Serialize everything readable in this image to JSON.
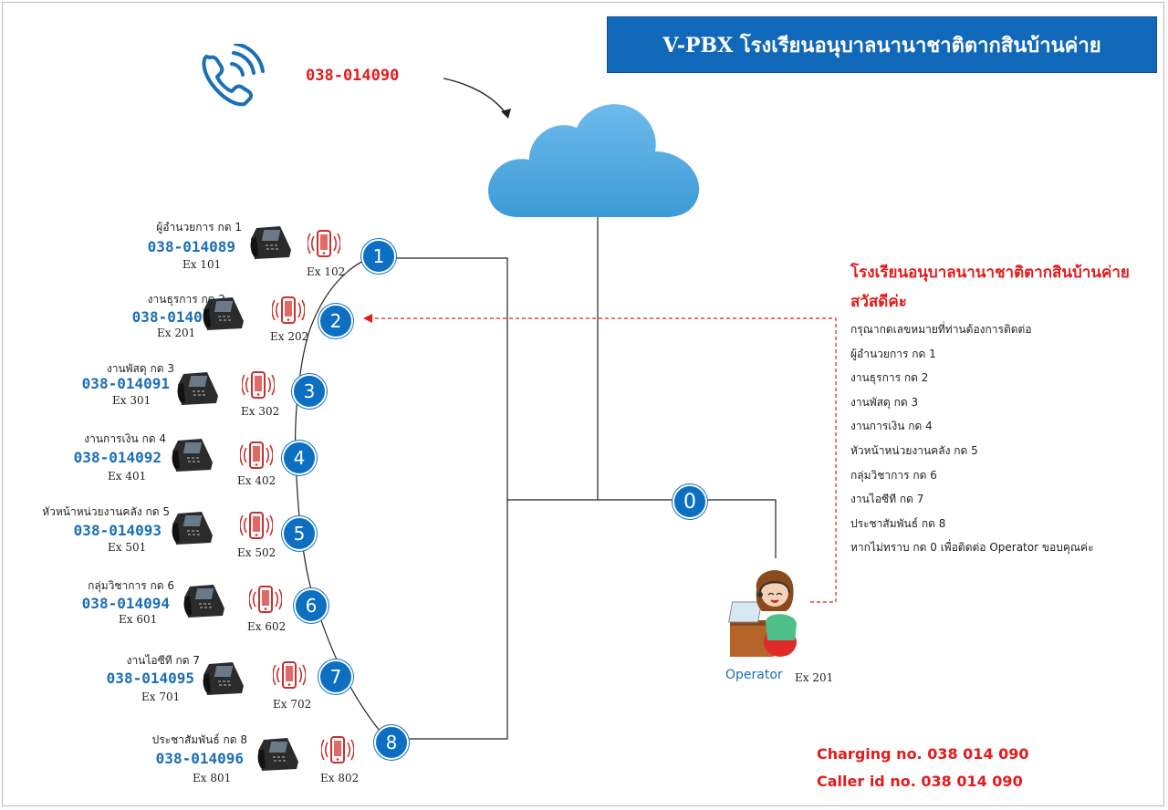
{
  "title": "V-PBX โรงเรียนอนุบาลนานาชาติตากสินบ้านค่าย",
  "main_number": "038-014090",
  "extensions": [
    {
      "key": "1",
      "label": "ผู้อำนวยการ กด 1",
      "number": "038-014089",
      "ext": "Ex 101",
      "mobile_ext": "Ex 102"
    },
    {
      "key": "2",
      "label": "งานธุรการ กด 2",
      "number": "038-014090",
      "ext": "Ex 201",
      "mobile_ext": "Ex 202"
    },
    {
      "key": "3",
      "label": "งานพัสดุ กด 3",
      "number": "038-014091",
      "ext": "Ex 301",
      "mobile_ext": "Ex 302"
    },
    {
      "key": "4",
      "label": "งานการเงิน กด 4",
      "number": "038-014092",
      "ext": "Ex 401",
      "mobile_ext": "Ex 402"
    },
    {
      "key": "5",
      "label": "หัวหน้าหน่วยงานคลัง กด 5",
      "number": "038-014093",
      "ext": "Ex 501",
      "mobile_ext": "Ex 502"
    },
    {
      "key": "6",
      "label": "กลุ่มวิชาการ กด 6",
      "number": "038-014094",
      "ext": "Ex 601",
      "mobile_ext": "Ex 602"
    },
    {
      "key": "7",
      "label": "งานไอซีที กด 7",
      "number": "038-014095",
      "ext": "Ex 701",
      "mobile_ext": "Ex 702"
    },
    {
      "key": "8",
      "label": "ประชาสัมพันธ์ กด 8",
      "number": "038-014096",
      "ext": "Ex 801",
      "mobile_ext": "Ex 802"
    }
  ],
  "operator": {
    "key": "0",
    "label": "Operator",
    "ext": "Ex 201"
  },
  "greeting": {
    "heading": "โรงเรียนอนุบาลนานาชาติตากสินบ้านค่าย สวัสดีค่ะ",
    "lines": [
      "กรุณากดเลขหมายที่ท่านต้องการติดต่อ",
      "ผู้อำนวยการ กด 1",
      "งานธุรการ กด 2",
      "งานพัสดุ กด 3",
      "งานการเงิน กด 4",
      "หัวหน้าหน่วยงานคลัง กด 5",
      "กลุ่มวิชาการ กด 6",
      "งานไอซีที กด 7",
      "ประชาสัมพันธ์ กด 8",
      "หากไม่ทราบ กด 0 เพื่อติดต่อ Operator ขอบคุณค่ะ"
    ]
  },
  "footer": {
    "charging": "Charging no. 038 014 090",
    "caller_id": "Caller id no. 038 014 090"
  },
  "colors": {
    "accent": "#0d6fc2",
    "title_bg": "#1268b8",
    "alert": "#e31b1b",
    "cloud": "#5bb0e6"
  },
  "icons": [
    "phone-ringing-icon",
    "cloud-icon",
    "desk-phone-icon",
    "mobile-ringing-icon",
    "operator-icon"
  ]
}
